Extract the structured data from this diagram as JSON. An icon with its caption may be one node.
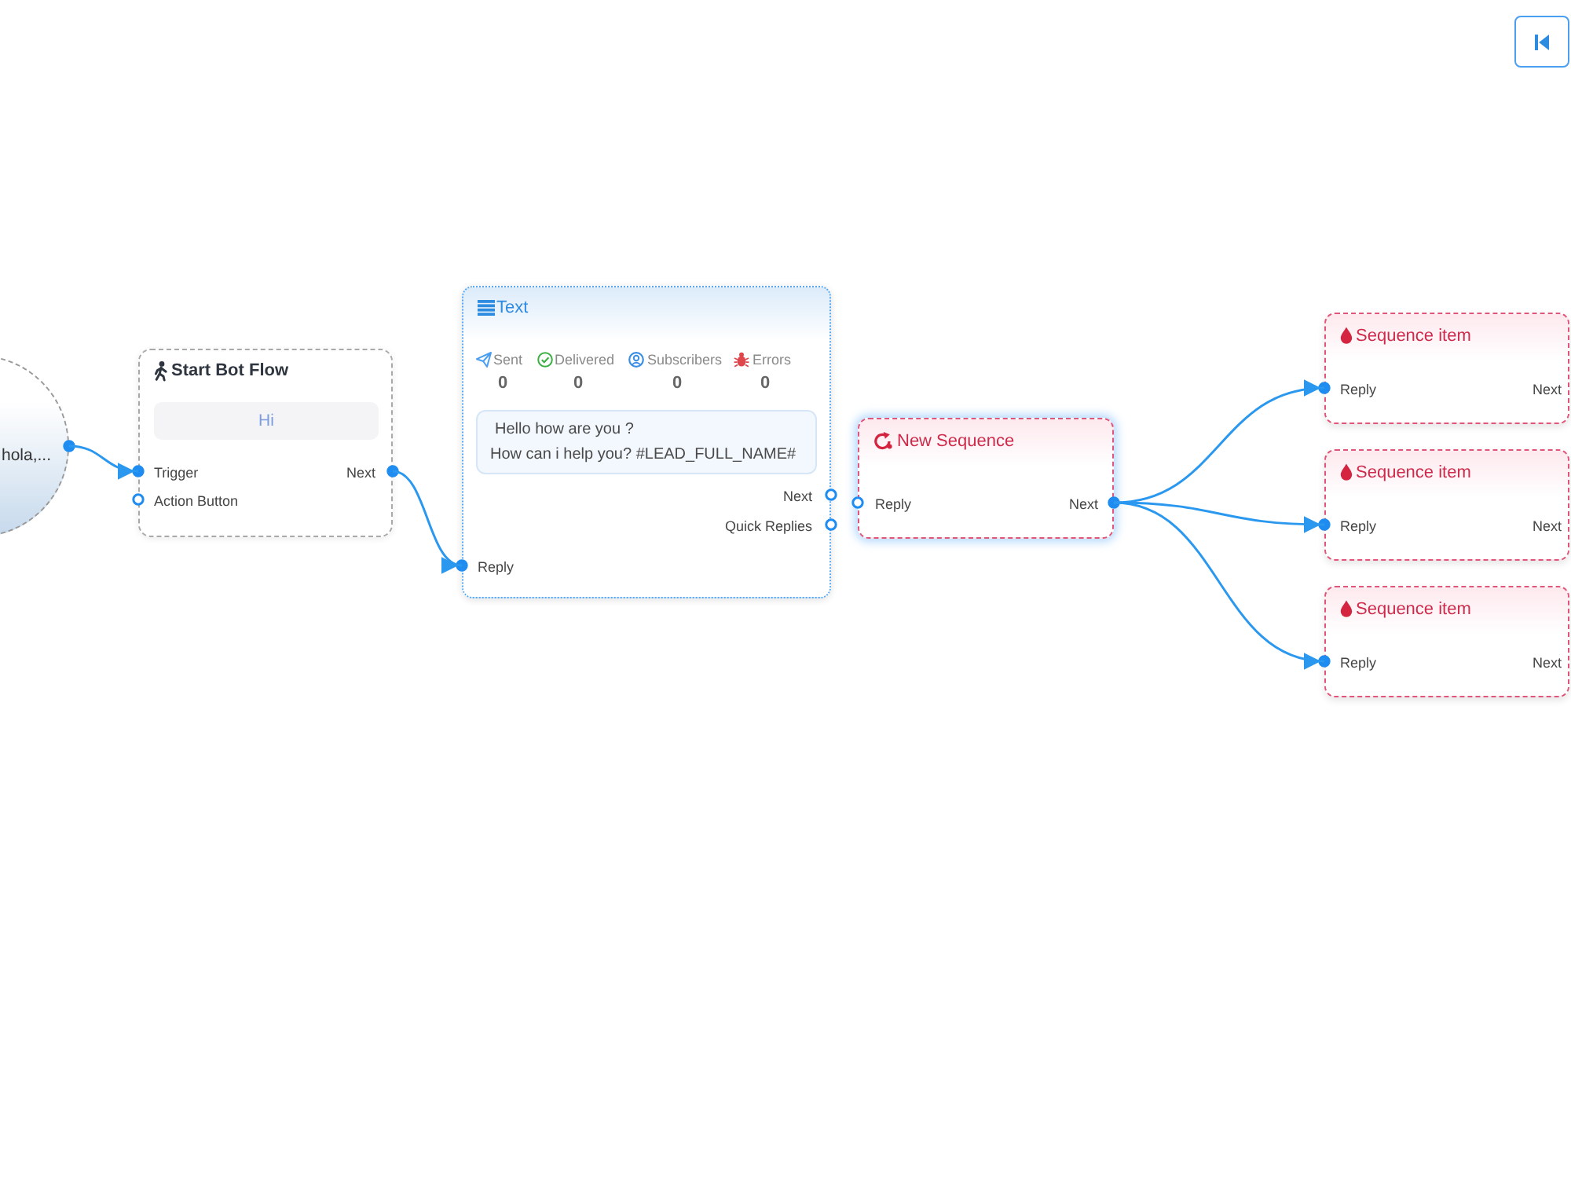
{
  "diagram": {
    "nodes": [
      {
        "text": [
          "hola,..."
        ]
      },
      {
        "text": [
          "Start Bot Flow",
          "Trigger",
          "Action Button",
          "Next"
        ]
      },
      {
        "text": [
          "Hi"
        ],
        "in": 1
      },
      {
        "text": [
          "Text",
          "Sent",
          "0",
          "Delivered",
          "0",
          "Subscribers",
          "0",
          "Errors",
          "0",
          "Next",
          "Quick Replies",
          "Reply"
        ]
      },
      {
        "text": [
          "Hello how are you ?",
          "How can i help you? #LEAD_FULL_NAME#"
        ],
        "in": 3
      },
      {
        "text": [
          "New Sequence",
          "Reply",
          "Next"
        ]
      },
      {
        "text": [
          "Sequence item",
          "Reply",
          "Next"
        ]
      },
      {
        "text": [
          "Sequence item",
          "Reply",
          "Next"
        ]
      },
      {
        "text": [
          "Sequence item",
          "Reply",
          "Next"
        ]
      }
    ],
    "edges": [
      {
        "from": 0,
        "to": 1,
        "arrow": "to"
      },
      {
        "from": 1,
        "to": 3,
        "arrow": "to"
      },
      {
        "from": 5,
        "to": 6,
        "arrow": "to"
      },
      {
        "from": 5,
        "to": 7,
        "arrow": "to"
      },
      {
        "from": 5,
        "to": 8,
        "arrow": "to"
      }
    ]
  }
}
